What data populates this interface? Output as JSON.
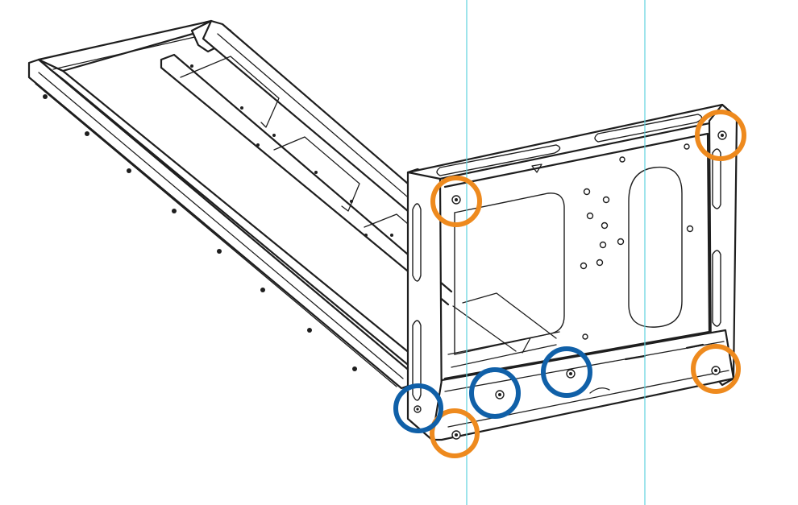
{
  "colors": {
    "background": "#ffffff",
    "line": "#1e1e1e",
    "guide": "#5fd3de",
    "highlight_primary": "#ee8a1e",
    "highlight_secondary": "#1060a8"
  },
  "guides": [
    {
      "id": "guide-line-left"
    },
    {
      "id": "guide-line-right"
    }
  ],
  "highlights": [
    {
      "id": "highlight-ring-top-left",
      "color_role": "highlight_primary",
      "marks": "screw"
    },
    {
      "id": "highlight-ring-top-right",
      "color_role": "highlight_primary",
      "marks": "screw"
    },
    {
      "id": "highlight-ring-bottom-right",
      "color_role": "highlight_primary",
      "marks": "screw"
    },
    {
      "id": "highlight-ring-bottom-left",
      "color_role": "highlight_primary",
      "marks": "screw"
    },
    {
      "id": "highlight-ring-edge-left",
      "color_role": "highlight_secondary",
      "marks": "screw"
    },
    {
      "id": "highlight-ring-bottom-mid-1",
      "color_role": "highlight_secondary",
      "marks": "screw"
    },
    {
      "id": "highlight-ring-bottom-mid-2",
      "color_role": "highlight_secondary",
      "marks": "screw"
    }
  ]
}
